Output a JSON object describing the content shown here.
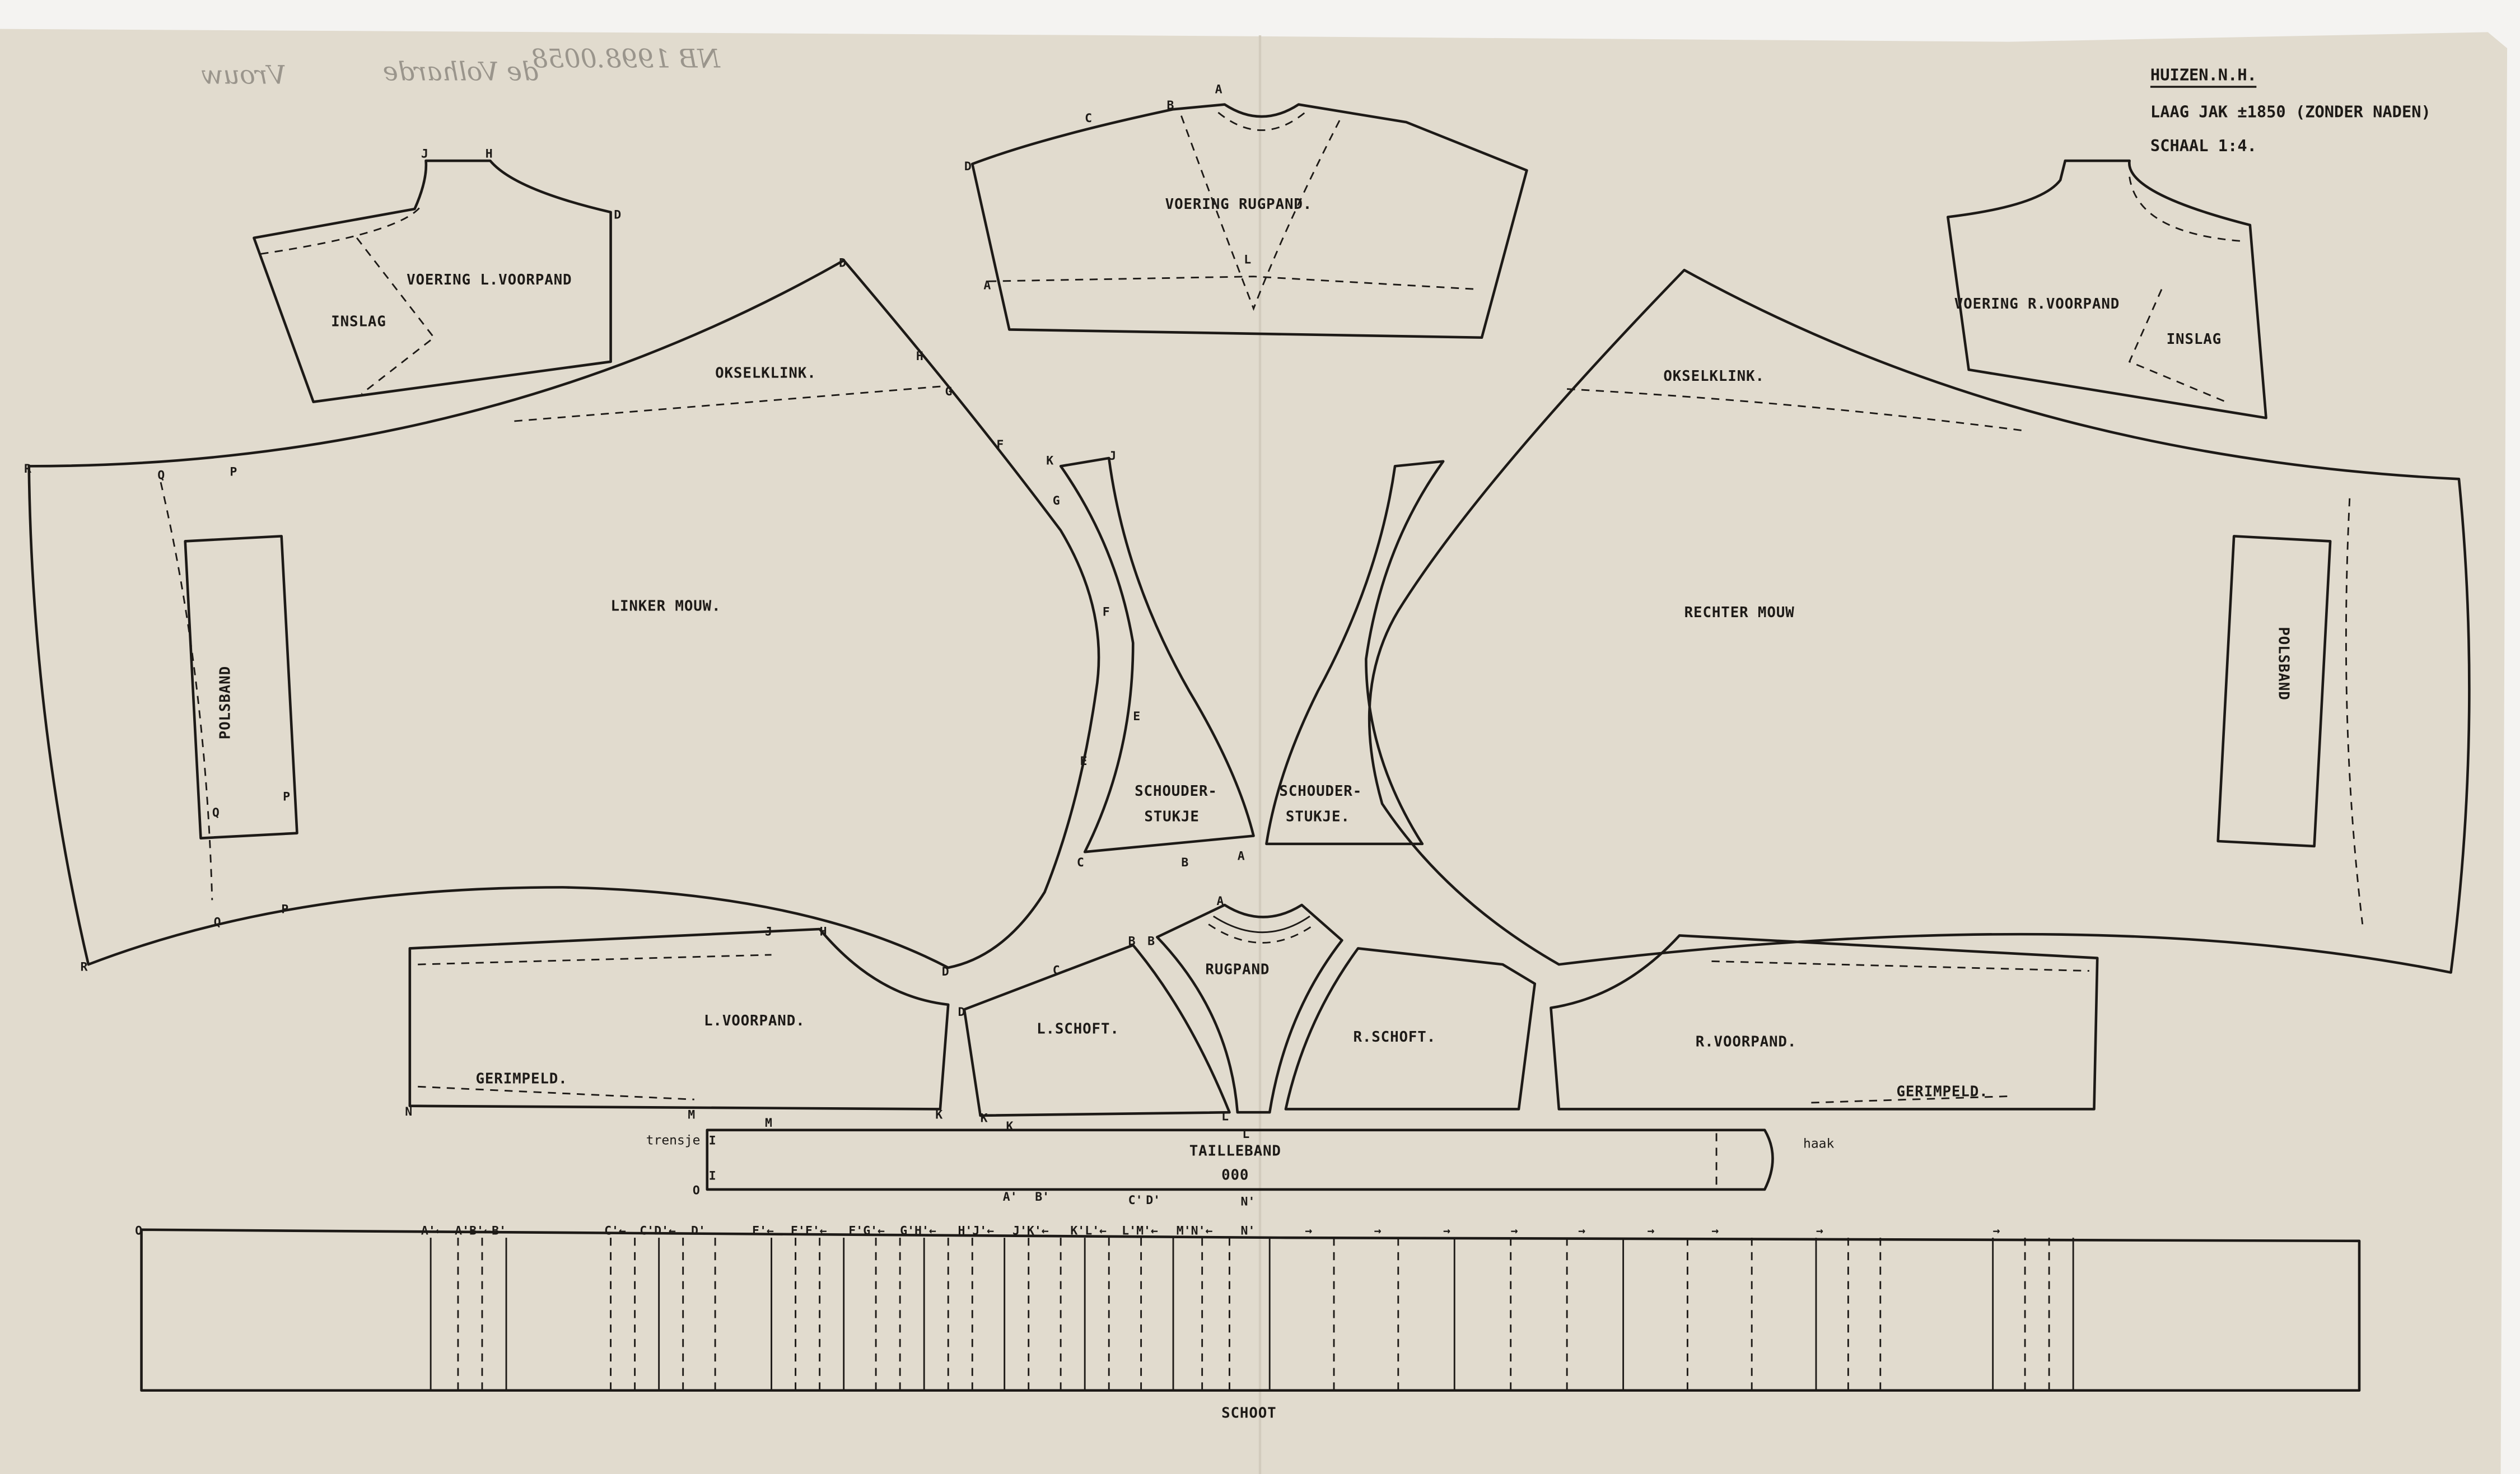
{
  "header": {
    "place": "HUIZEN.N.H.",
    "title": "LAAG JAK ±1850 (ZONDER NADEN)",
    "scale": "SCHAAL 1:4."
  },
  "pencil_notes": [
    "Vrouw",
    "de Volharde",
    "NB 1998.0058"
  ],
  "pieces": {
    "voering_l_voorpand": "VOERING L.VOORPAND",
    "inslag_l": "INSLAG",
    "voering_rugpand": "VOERING RUGPAND.",
    "voering_r_voorpand": "VOERING R.VOORPAND",
    "inslag_r": "INSLAG",
    "okselklink_l": "OKSELKLINK.",
    "okselklink_r": "OKSELKLINK.",
    "linker_mouw": "LINKER MOUW.",
    "rechter_mouw": "RECHTER MOUW",
    "polsband_l": "POLSBAND",
    "polsband_r": "POLSBAND",
    "schouderstukje_l": [
      "SCHOUDER-",
      "STUKJE"
    ],
    "schouderstukje_r": [
      "SCHOUDER-",
      "STUKJE."
    ],
    "l_voorpand": "L.VOORPAND.",
    "gerimpeld_l": "GERIMPELD.",
    "l_schoft": "L.SCHOFT.",
    "rugpand": "RUGPAND",
    "r_schoft": "R.SCHOFT.",
    "r_voorpand": "R.VOORPAND.",
    "gerimpeld_r": "GERIMPELD.",
    "tailleband": "TAILLEBAND",
    "buttons": "000",
    "trensje": "trensje",
    "haak": "haak",
    "schoot": "SCHOOT"
  },
  "points": [
    "J",
    "H",
    "D",
    "C",
    "B",
    "A",
    "D",
    "A",
    "L",
    "D",
    "H",
    "G",
    "F",
    "R",
    "Q",
    "P",
    "Q",
    "P",
    "Q",
    "P",
    "R",
    "K",
    "J",
    "G",
    "F",
    "E",
    "E",
    "C",
    "B",
    "A",
    "J",
    "H",
    "D",
    "D",
    "C",
    "B",
    "B",
    "A",
    "N",
    "M",
    "K",
    "K",
    "L",
    "M",
    "K",
    "L",
    "I",
    "I",
    "O",
    "A'",
    "B'",
    "C'",
    "D'",
    "N'",
    "O"
  ],
  "schoot_marks": [
    "A'←",
    "A'B'←",
    "B'",
    "C'←",
    "C'D'←",
    "D'",
    "E'←",
    "E'F'←",
    "F'G'←",
    "G'H'←",
    "H'J'←",
    "J'K'←",
    "K'L'←",
    "L'M'←",
    "M'N'←",
    "N'",
    "→",
    "→",
    "→",
    "→",
    "→",
    "→",
    "→",
    "→",
    "→"
  ],
  "colors": {
    "paper": "#e1dbce",
    "ink": "#1d1a17",
    "pencil": "#9a958c"
  }
}
